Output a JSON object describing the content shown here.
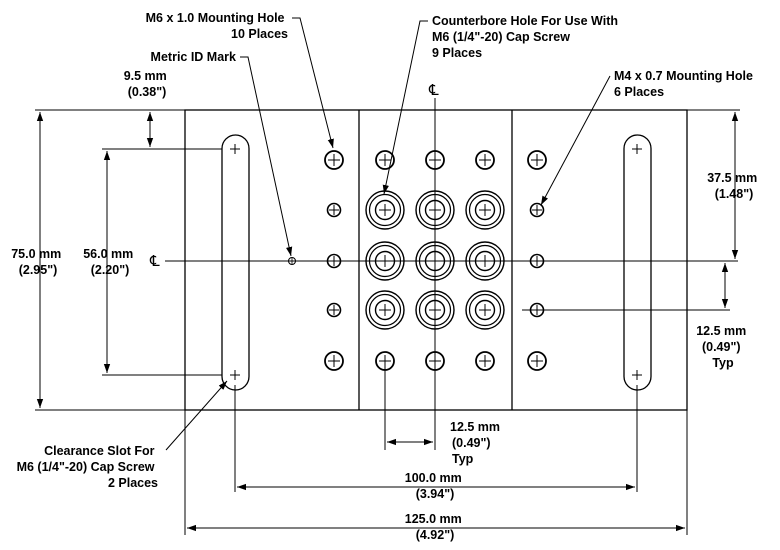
{
  "callouts": {
    "m6_hole": [
      "M6 x 1.0 Mounting Hole",
      "10 Places"
    ],
    "metric_id": [
      "Metric ID Mark"
    ],
    "counterbore": [
      "Counterbore Hole For Use With",
      "M6 (1/4\"-20) Cap Screw",
      "9 Places"
    ],
    "m4_hole": [
      "M4 x 0.7 Mounting Hole",
      "6 Places"
    ],
    "slot": [
      "Clearance Slot For",
      "M6 (1/4\"-20) Cap Screw",
      "2 Places"
    ]
  },
  "dimensions": {
    "d_9_5": [
      "9.5 mm",
      "(0.38\")"
    ],
    "d_75": [
      "75.0 mm",
      "(2.95\")"
    ],
    "d_56": [
      "56.0 mm",
      "(2.20\")"
    ],
    "d_37_5": [
      "37.5 mm",
      "(1.48\")"
    ],
    "d_12_5_right": [
      "12.5 mm",
      "(0.49\")",
      "Typ"
    ],
    "d_12_5_bottom": [
      "12.5 mm",
      "(0.49\")",
      "Typ"
    ],
    "d_100": [
      "100.0 mm",
      "(3.94\")"
    ],
    "d_125": [
      "125.0 mm",
      "(4.92\")"
    ]
  },
  "centerline_symbol": "℄"
}
